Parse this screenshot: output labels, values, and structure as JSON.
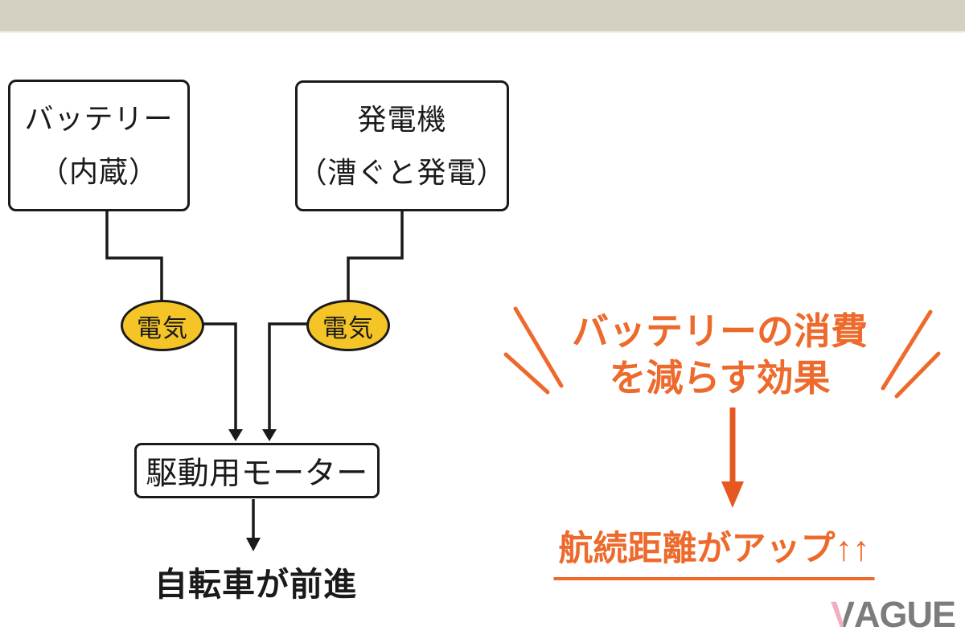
{
  "diagram": {
    "battery_box": {
      "line1": "バッテリー",
      "line2": "（内蔵）"
    },
    "generator_box": {
      "line1": "発電機",
      "line2": "（漕ぐと発電）"
    },
    "electric_left": "電気",
    "electric_right": "電気",
    "motor_box": "駆動用モーター",
    "result": "自転車が前進"
  },
  "annotation": {
    "effect_line1": "バッテリーの消費",
    "effect_line2": "を減らす効果",
    "range": "航続距離がアップ↑↑"
  },
  "logo": {
    "v": "V",
    "rest": "AGUE"
  },
  "colors": {
    "top_bar": "#d4d1c3",
    "line": "#1a1a1a",
    "node_fill": "#f5c426",
    "accent_text": "#ed6a2c",
    "accent_arrow": "#e5581f",
    "logo_gray": "#7c7c7c",
    "logo_pink": "#f2aebf"
  }
}
